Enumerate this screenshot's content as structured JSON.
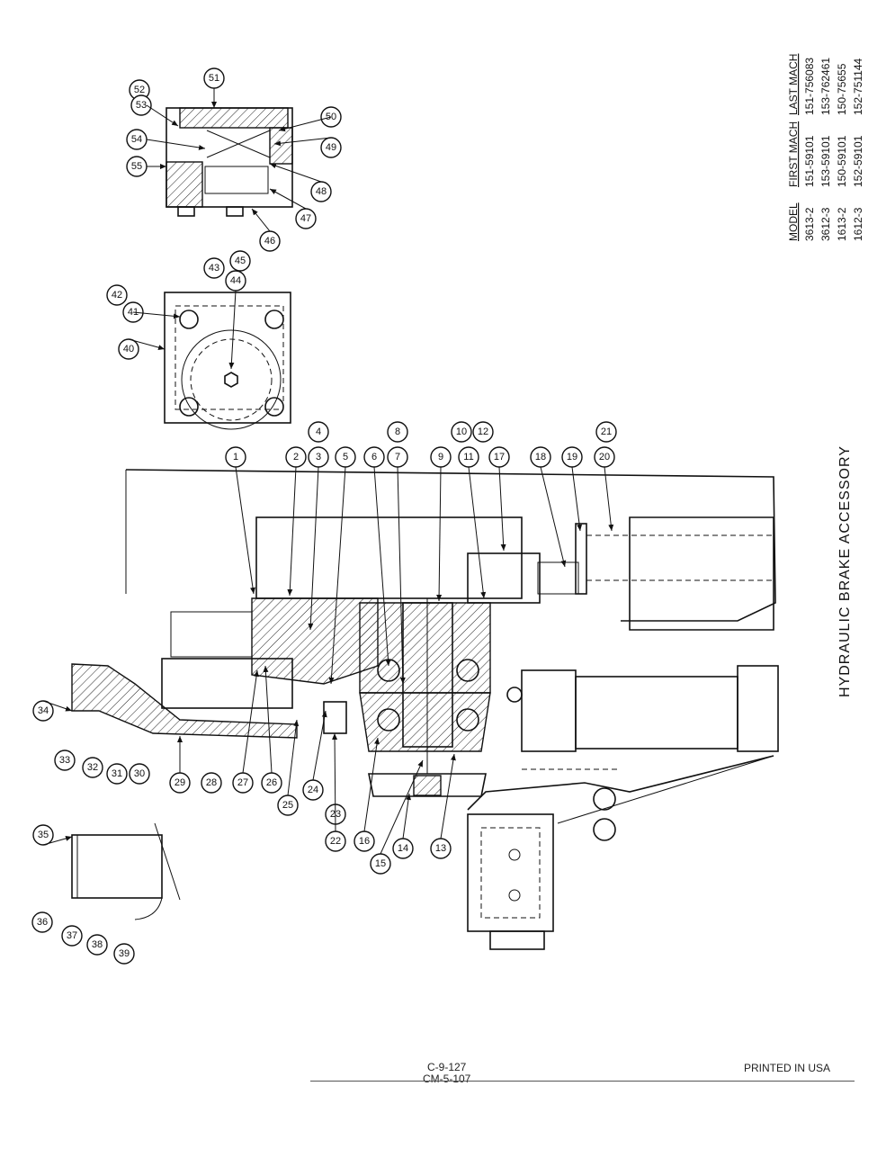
{
  "title": "HYDRAULIC BRAKE ACCESSORY",
  "model_table": {
    "headers": [
      "MODEL",
      "FIRST MACH",
      "LAST MACH"
    ],
    "rows": [
      [
        "3613-2",
        "151-59101",
        "151-756083"
      ],
      [
        "3612-3",
        "153-59101",
        "153-762461"
      ],
      [
        "1613-2",
        "150-59101",
        "150-75655"
      ],
      [
        "1612-3",
        "152-59101",
        "152-751144"
      ]
    ]
  },
  "footer": {
    "code_1": "C-9-127",
    "code_2": "CM-5-107",
    "printed": "PRINTED IN USA"
  },
  "callouts": [
    "1",
    "2",
    "3",
    "4",
    "5",
    "6",
    "7",
    "8",
    "9",
    "10",
    "11",
    "12",
    "13",
    "14",
    "15",
    "16",
    "17",
    "18",
    "19",
    "20",
    "21",
    "22",
    "23",
    "24",
    "25",
    "26",
    "27",
    "28",
    "29",
    "30",
    "31",
    "32",
    "33",
    "34",
    "35",
    "36",
    "37",
    "38",
    "39",
    "40",
    "41",
    "42",
    "43",
    "44",
    "45",
    "46",
    "47",
    "48",
    "49",
    "50",
    "51",
    "52",
    "53",
    "54",
    "55"
  ]
}
